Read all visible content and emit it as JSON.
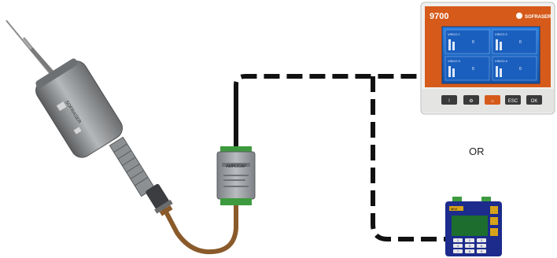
{
  "diagram": {
    "or_text": "OR",
    "probe_rod_text": "SOFRASER",
    "converter_label": "AMPLICAP",
    "panel_9700": {
      "title": "9700",
      "brand": "SOFRASER",
      "tiles": [
        {
          "name": "VISCO 1",
          "value": "0"
        },
        {
          "name": "VISCO 2",
          "value": "0"
        },
        {
          "name": "VISCO 3",
          "value": "0"
        },
        {
          "name": "VISCO 4",
          "value": "0"
        }
      ],
      "keys": [
        "!",
        "⚙",
        "⌂",
        "ESC",
        "OK"
      ]
    },
    "small_controller": {
      "label": "MIVI",
      "keys": [
        "1",
        "2",
        "3",
        "4",
        "5",
        "6",
        "7",
        "8",
        "9"
      ]
    },
    "colors": {
      "cable_dashed": "#111111",
      "cable_brown": "#8a5a2b",
      "panel_screen": "#1f6fd1",
      "panel_bezel": "#d65a1a",
      "converter_body": "#8f9397",
      "connector_green": "#3e9a3e"
    }
  }
}
